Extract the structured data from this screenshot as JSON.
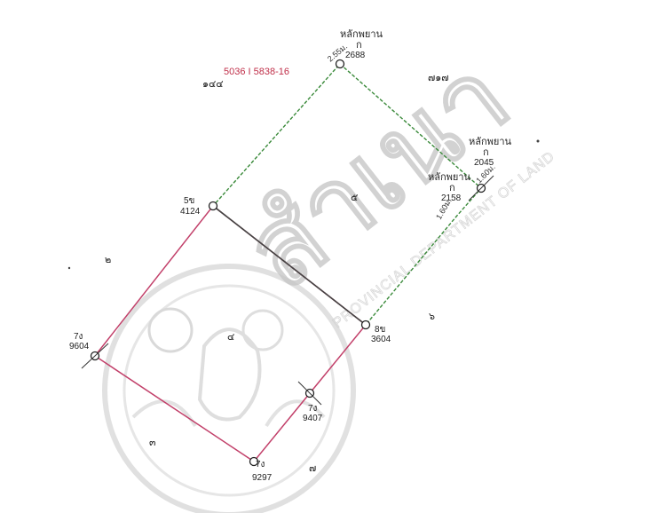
{
  "parcel_ref": "5036 I 5838-16",
  "colors": {
    "red_text": "#c0304a",
    "pink_boundary": "#c2406a",
    "green_boundary": "#3a8a3a",
    "ink": "#222222",
    "watermark": "#b8b8b8"
  },
  "markers": {
    "m1": {
      "code": "หลักพยาน",
      "sub": "ก",
      "num": "2688"
    },
    "m2": {
      "code": "หลักพยาน",
      "sub": "ก",
      "num": "2045"
    },
    "m3": {
      "code": "หลักพยาน",
      "sub": "ก",
      "num": "2158"
    },
    "m4": {
      "code": "5ข",
      "num": "4124"
    },
    "m5": {
      "code": "8ข",
      "num": "3604"
    },
    "m6": {
      "code": "7ง",
      "num": "9604"
    },
    "m7": {
      "code": "7ง",
      "num": "9407"
    },
    "m8": {
      "code": "7ง",
      "num": "9297"
    }
  },
  "distances": {
    "d1": "2.55ม.",
    "d2": "1.60ม.",
    "d3": "1.60ม."
  },
  "parcel_numbers": {
    "p_top_left": "๑๔๔",
    "p_top_right": "๗๑๗",
    "p_upper": "๕",
    "p_left": "๒",
    "p_right": "๖",
    "p_lower": "๔",
    "p_bottom_left": "๓",
    "p_bottom_right": "๗"
  },
  "watermark": {
    "big_text": "สำเนา",
    "side_text": "PROVINCIAL DEPARTMENT OF LAND"
  }
}
